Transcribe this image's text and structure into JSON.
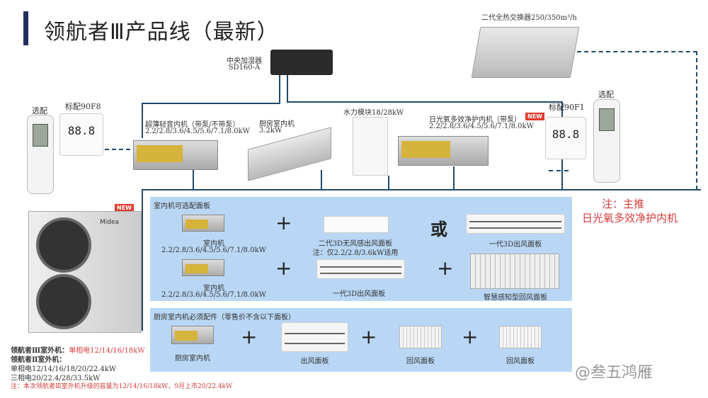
{
  "title": "领航者Ⅲ产品线（最新）",
  "humidifier": {
    "name": "中央加湿器",
    "model": "SD160-A"
  },
  "heat_exchanger": {
    "label": "二代全热交换器250/350m³/h"
  },
  "left_remote": {
    "label": "选配"
  },
  "left_wired": {
    "label": "标配90F8",
    "display": "88.8"
  },
  "right_remote": {
    "label": "选配"
  },
  "right_wired": {
    "label": "标配90F1",
    "display": "88.8"
  },
  "units": [
    {
      "name": "超薄轻音内机（带泵/不带泵）",
      "spec": "2.2/2.8/3.6/4.5/5.6/7.1/8.0kW"
    },
    {
      "name": "厨房室内机",
      "spec": "3.2kW"
    },
    {
      "name": "水力模块18/28kW"
    },
    {
      "name": "日光氧多效净护内机（带泵）",
      "spec": "2.2/2.8/3.6/4.5/5.6/7.1/8.0kW",
      "badge": "NEW"
    }
  ],
  "outdoor": {
    "badge": "NEW",
    "brand": "Midea",
    "l1a": "领航者Ⅲ室外机：",
    "l1b": "单相电12/14/16/18kW",
    "l2": "领航者Ⅱ室外机：",
    "l3": "单相电12/14/16/18/20/22.4kW",
    "l4": "三相电20/22.4/28/33.5kW",
    "note": "注：本次领航者Ⅲ室外机升级的容量为12/14/16/18kW，9月上市20/22.4kW"
  },
  "recommend": {
    "l1": "注：主推",
    "l2": "日光氧多效净护内机"
  },
  "panel1": {
    "title": "室内机可选配面板",
    "indoor1": "室内机",
    "spec1": "2.2/2.8/3.6/4.5/5.6/7.1/8.0kW",
    "indoor2": "室内机",
    "spec2": "2.2/2.8/3.6/4.5/5.6/7.1/8.0kW",
    "gen2": "二代3D无风感出风面板",
    "gen2note": "注：仅2.2/2.8/3.6kW适用",
    "or": "或",
    "gen1a": "一代3D出风面板",
    "gen1b": "一代3D出风面板",
    "smart": "智慧感知型回风面板",
    "plus": "+"
  },
  "panel2": {
    "title": "厨房室内机必须配件（零售价不含以下面板）",
    "kitchen": "厨房室内机",
    "outlet": "出风面板",
    "return1": "回风面板",
    "return2": "回风面板",
    "plus": "+"
  },
  "watermark": "@叁五鸿雁"
}
